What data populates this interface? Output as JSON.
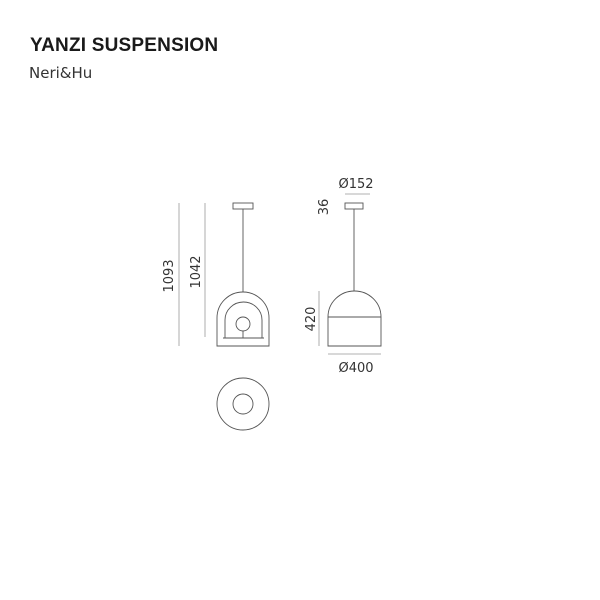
{
  "header": {
    "title": "YANZI SUSPENSION",
    "designer": "Neri&Hu"
  },
  "dimensions": {
    "total_height": "1093",
    "body_height": "1042",
    "canopy_diameter": "Ø152",
    "canopy_height": "36",
    "shade_height": "420",
    "shade_diameter": "Ø400"
  }
}
